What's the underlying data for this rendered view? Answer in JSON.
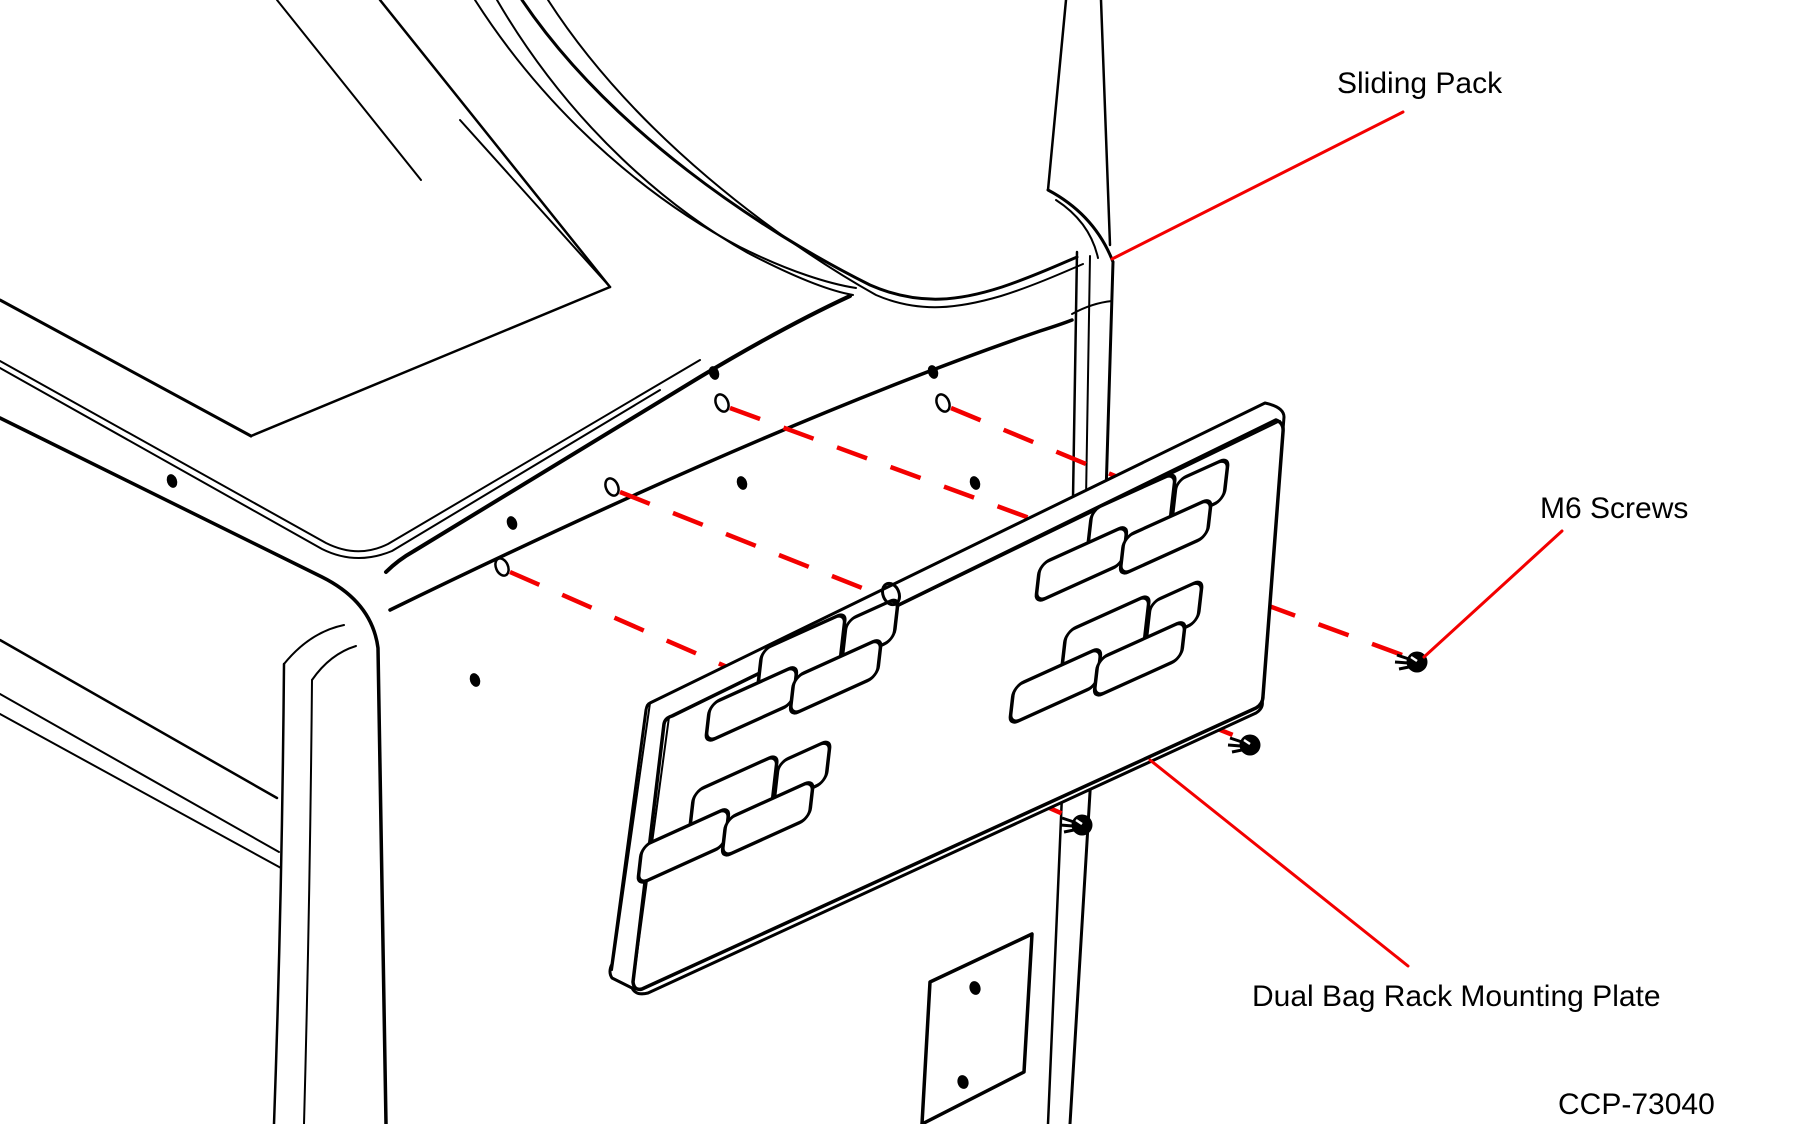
{
  "diagram": {
    "type": "exploded-assembly-instruction",
    "background_color": "#ffffff",
    "colors": {
      "line": "#000000",
      "callout": "#f30000",
      "text": "#000000"
    },
    "callouts": [
      {
        "label": "Sliding Pack",
        "target": "cabinet-top-right-corner"
      },
      {
        "label": "M6 Screws",
        "target": "screw-1"
      },
      {
        "label": "Dual Bag Rack Mounting Plate",
        "target": "plate-bottom-edge"
      }
    ],
    "part_number": "CCP-73040",
    "parts": {
      "cabinet": "Sliding Pack",
      "plate": "Dual Bag Rack Mounting Plate",
      "fasteners": "M6 Screws"
    },
    "icons": {
      "screw": "m6-screw-icon",
      "mounting_hole": "mounting-hole-icon",
      "alignment_line": "screw-alignment-dashed-line"
    }
  }
}
